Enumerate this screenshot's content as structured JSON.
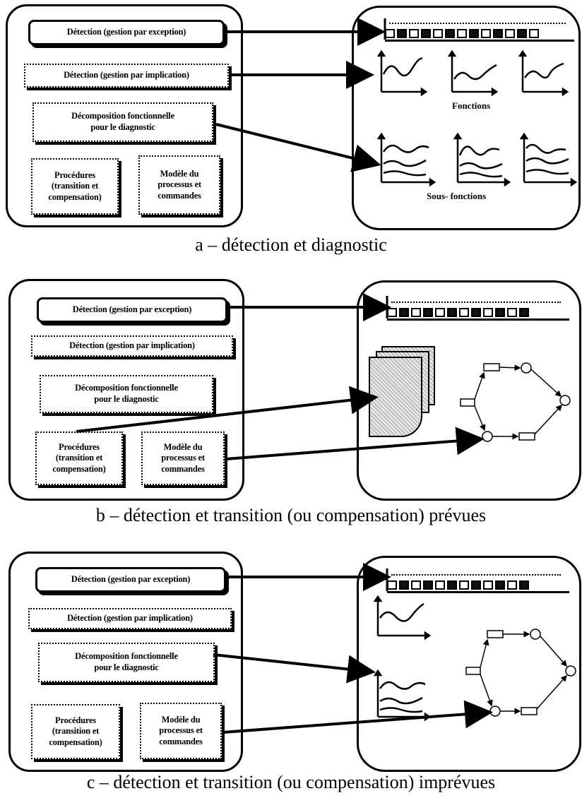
{
  "boxes": {
    "exception": "Détection (gestion par exception)",
    "implication": "Détection (gestion par implication)",
    "decomposition_line1": "Décomposition fonctionnelle",
    "decomposition_line2": "pour le diagnostic",
    "procedures_line1": "Procédures",
    "procedures_line2": "(transition et",
    "procedures_line3": "compensation)",
    "model_line1": "Modèle du",
    "model_line2": "processus et",
    "model_line3": "commandes"
  },
  "panel_a": {
    "caption": "a – détection et diagnostic",
    "functions_label": "Fonctions",
    "subfunctions_label": "Sous- fonctions"
  },
  "panel_b": {
    "caption": "b – détection et transition (ou compensation) prévues"
  },
  "panel_c": {
    "caption": "c – détection et transition (ou compensation) imprévues"
  },
  "icons": {
    "toolbar": "toolbar-buttons",
    "trend": "trend-chart-icon",
    "document": "procedure-document-stack-icon",
    "petri": "petri-net-icon"
  }
}
